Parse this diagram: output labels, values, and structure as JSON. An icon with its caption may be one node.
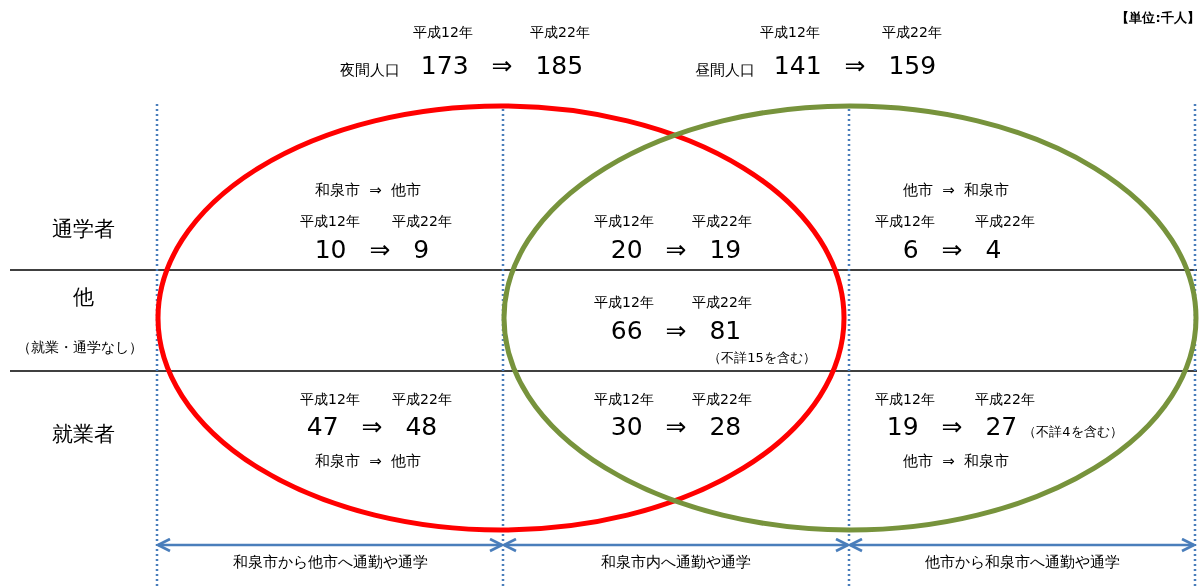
{
  "diagram": {
    "labels": [
      "平成12年",
      "平成22年",
      "平成12年",
      "平成22年",
      "【単位:千人】",
      "夜間人口",
      "173 ⇒ 185",
      "昼間人口",
      "141 ⇒ 159",
      "和泉市 ⇒ 他市",
      "通学者",
      "平成12年",
      "平成22年",
      "10 ⇒ 9",
      "平成12年",
      "平成22年",
      "20 ⇒ 19",
      "他市 ⇒ 和泉市",
      "平成12年",
      "平成22年",
      "6 ⇒ 4",
      "他",
      "平成12年",
      "平成22年",
      "66 ⇒ 81",
      "（就業・通学なし）",
      "（不詳15を含む）",
      "就業者",
      "平成12年",
      "平成22年",
      "47 ⇒ 48",
      "平成12年",
      "平成22年",
      "30 ⇒ 28",
      "平成12年",
      "平成22年",
      "19 ⇒ 27",
      "（不詳4を含む）",
      "和泉市 ⇒ 他市",
      "他市 ⇒ 和泉市",
      "和泉市から他市へ通勤や通学",
      "和泉市内へ通勤や通学",
      "他市から和泉市へ通勤や通学"
    ]
  }
}
